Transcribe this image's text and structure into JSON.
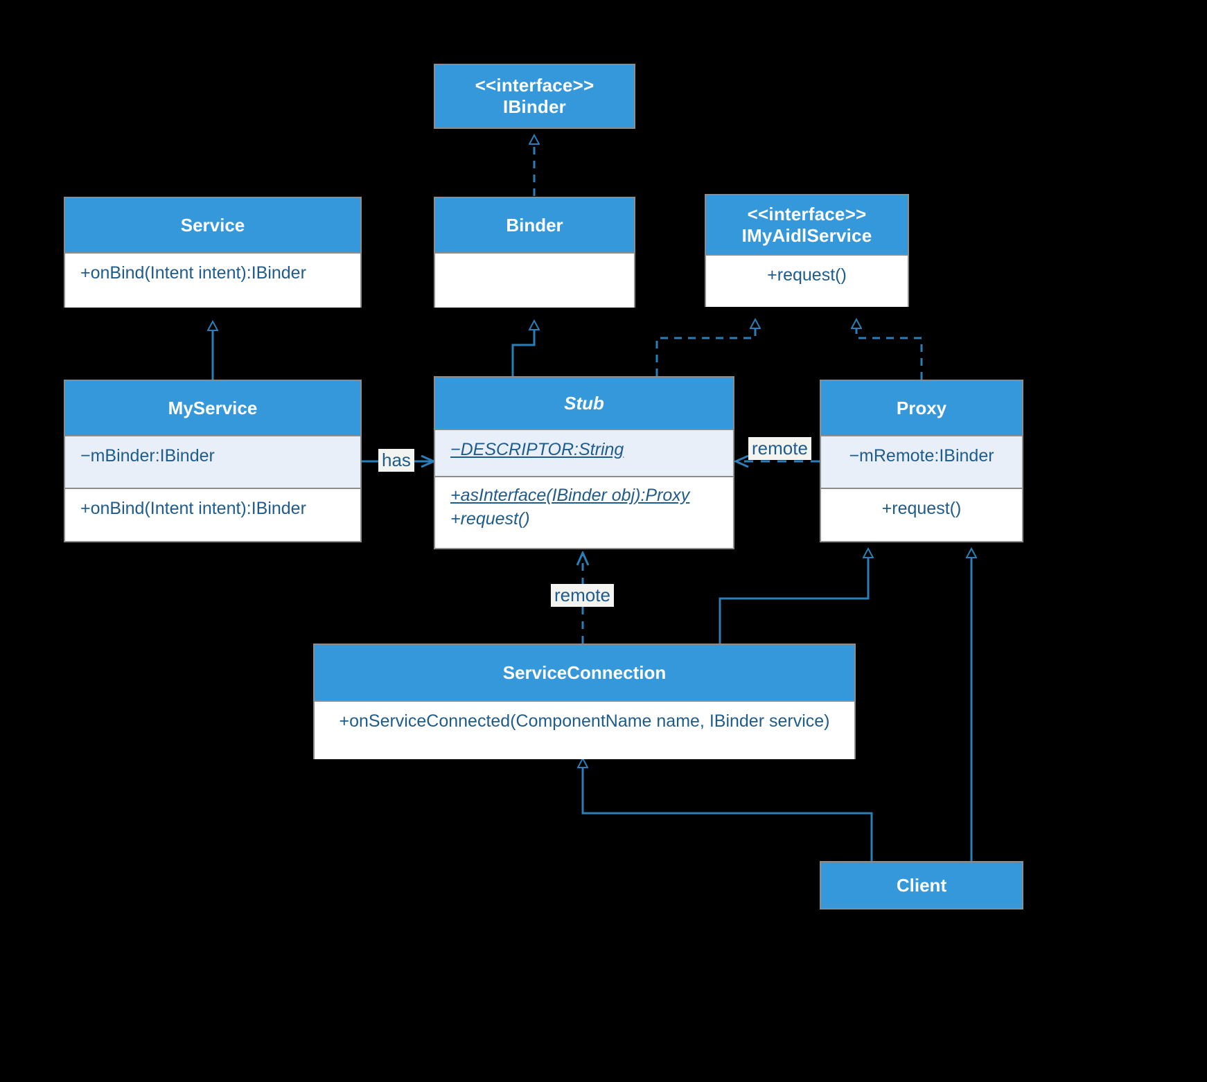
{
  "diagram": {
    "title": "Android AIDL Binder UML class diagram",
    "background": "#000000",
    "header_color": "#3498db",
    "line_color": "#2b7fb8",
    "text_color": "#1f5c8b",
    "attr_fill": "#e9eff9"
  },
  "classes": {
    "ibinder": {
      "stereotype": "<<interface>>",
      "name": "IBinder",
      "attributes": [],
      "operations": []
    },
    "service": {
      "stereotype": "",
      "name": "Service",
      "attributes": [],
      "operations": [
        "+onBind(Intent intent):IBinder"
      ]
    },
    "binder": {
      "stereotype": "",
      "name": "Binder",
      "attributes": [],
      "operations": [
        ""
      ]
    },
    "imyaidlservice": {
      "stereotype": "<<interface>>",
      "name": "IMyAidlService",
      "attributes": [],
      "operations": [
        "+request()"
      ]
    },
    "myservice": {
      "stereotype": "",
      "name": "MyService",
      "attributes": [
        "−mBinder:IBinder"
      ],
      "operations": [
        "+onBind(Intent intent):IBinder"
      ]
    },
    "stub": {
      "stereotype": "",
      "name": "Stub",
      "abstract": true,
      "attributes": [
        "−DESCRIPTOR:String"
      ],
      "operations": [
        "+asInterface(IBinder obj):Proxy",
        "+request()"
      ]
    },
    "proxy": {
      "stereotype": "",
      "name": "Proxy",
      "attributes": [
        "−mRemote:IBinder"
      ],
      "operations": [
        "+request()"
      ]
    },
    "serviceconnection": {
      "stereotype": "",
      "name": "ServiceConnection",
      "attributes": [],
      "operations": [
        "+onServiceConnected(ComponentName name, IBinder service)"
      ]
    },
    "client": {
      "stereotype": "",
      "name": "Client",
      "attributes": [],
      "operations": []
    }
  },
  "edge_labels": {
    "has": "has",
    "remote_proxy_stub": "remote",
    "remote_conn_stub": "remote"
  },
  "relationships": [
    {
      "from": "binder",
      "to": "ibinder",
      "type": "realization"
    },
    {
      "from": "myservice",
      "to": "service",
      "type": "generalization"
    },
    {
      "from": "stub",
      "to": "binder",
      "type": "generalization"
    },
    {
      "from": "stub",
      "to": "imyaidlservice",
      "type": "realization"
    },
    {
      "from": "proxy",
      "to": "imyaidlservice",
      "type": "realization"
    },
    {
      "from": "myservice",
      "to": "stub",
      "type": "association",
      "label": "has"
    },
    {
      "from": "proxy",
      "to": "stub",
      "type": "dependency",
      "label": "remote"
    },
    {
      "from": "serviceconnection",
      "to": "stub",
      "type": "dependency",
      "label": "remote"
    },
    {
      "from": "serviceconnection",
      "to": "proxy",
      "type": "association"
    },
    {
      "from": "client",
      "to": "serviceconnection",
      "type": "association"
    },
    {
      "from": "client",
      "to": "proxy",
      "type": "association"
    }
  ]
}
